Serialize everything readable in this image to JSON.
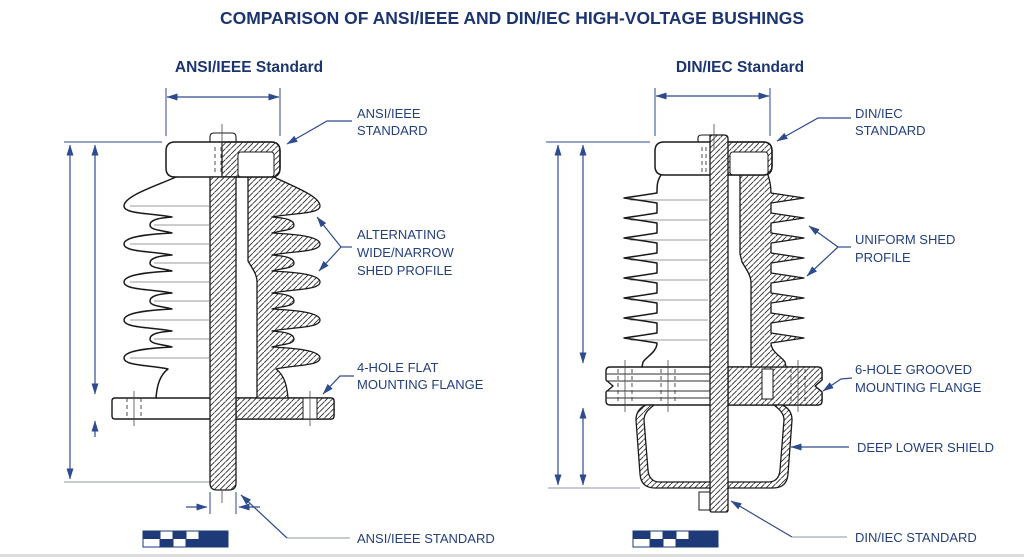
{
  "title": "COMPARISON OF ANSI/IEEE AND DIN/IEC HIGH-VOLTAGE BUSHINGS",
  "colors": {
    "heading_navy": "#1c3570",
    "label_navy": "#24407e",
    "dimension_line": "#2e4b8f",
    "drawing_line": "#1a1a1a",
    "extension_gray": "#8d97a5",
    "scale_bar_navy": "#1e3a78"
  },
  "left_diagram": {
    "subtitle": "ANSI/IEEE Standard",
    "labels": {
      "top_standard": [
        "ANSI/IEEE",
        "STANDARD"
      ],
      "shed_profile": [
        "ALTERNATING",
        "WIDE/NARROW",
        "SHED PROFILE"
      ],
      "flange": [
        "4-HOLE FLAT",
        "MOUNTING FLANGE"
      ],
      "bottom_standard": "ANSI/IEEE STANDARD"
    }
  },
  "right_diagram": {
    "subtitle": "DIN/IEC Standard",
    "labels": {
      "top_standard": [
        "DIN/IEC",
        "STANDARD"
      ],
      "shed_profile": [
        "UNIFORM SHED",
        "PROFILE"
      ],
      "flange": [
        "6-HOLE GROOVED",
        "MOUNTING FLANGE"
      ],
      "lower_shield": "DEEP LOWER SHIELD",
      "bottom_standard": "DIN/IEC STANDARD"
    }
  }
}
